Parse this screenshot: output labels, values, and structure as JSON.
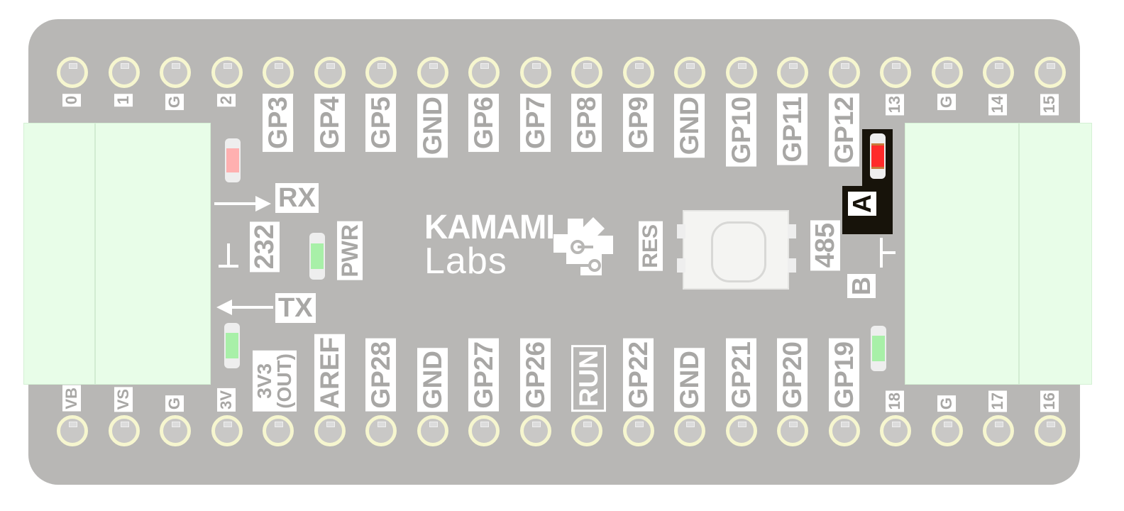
{
  "board": {
    "top_pins": [
      "0",
      "1",
      "G",
      "2",
      "GP3",
      "GP4",
      "GP5",
      "GND",
      "GP6",
      "GP7",
      "GP8",
      "GP9",
      "GND",
      "GP10",
      "GP11",
      "GP12",
      "13",
      "G",
      "14",
      "15"
    ],
    "bottom_pins": [
      "VB",
      "VS",
      "G",
      "3V",
      "3V3\n(OUT)",
      "AREF",
      "GP28",
      "GND",
      "GP27",
      "GP26",
      "RUN",
      "GP22",
      "GND",
      "GP21",
      "GP20",
      "GP19",
      "18",
      "G",
      "17",
      "16"
    ],
    "labels": {
      "rx": "RX",
      "tx": "TX",
      "rs232": "232",
      "pwr": "PWR",
      "res": "RES",
      "rs485": "485",
      "a": "A",
      "b": "B"
    },
    "logo": {
      "line1": "KAMAMI",
      "line2": "Labs"
    },
    "colors": {
      "board": "#b8b7b5",
      "pad_ring": "#f6f6cf",
      "terminal": "#e8fde8",
      "led_red": "#ff2a2a",
      "led_green": "#a8f0a8",
      "led_pink": "#ffb0b0"
    }
  }
}
